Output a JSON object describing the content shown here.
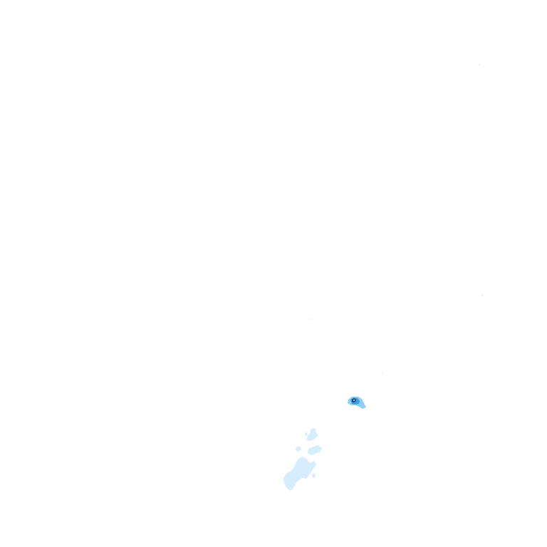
{
  "map": {
    "background_color": "#ffffff",
    "intensity_colors": {
      "low": "#d6ecff",
      "medium": "#8fd0f5",
      "high": "#3a9fe0",
      "core": "#0b3c6e"
    },
    "features": [
      {
        "name": "intensity-cell",
        "level": "high"
      },
      {
        "name": "intensity-cluster",
        "level": "low"
      }
    ]
  }
}
